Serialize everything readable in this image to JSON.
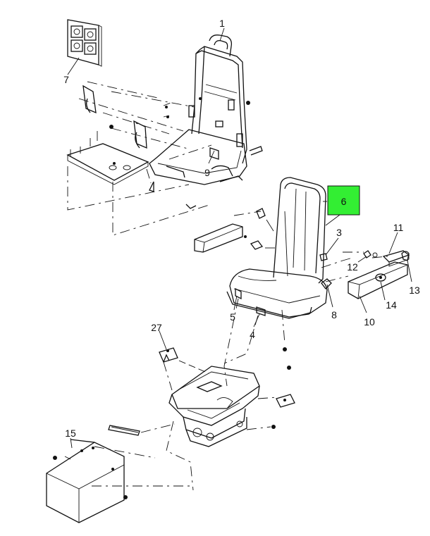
{
  "callouts": {
    "c1": "1",
    "c3": "3",
    "c4": "4",
    "c5": "5",
    "c6": "6",
    "c7": "7",
    "c8": "8",
    "c9": "9",
    "c10": "10",
    "c11": "11",
    "c12": "12",
    "c13": "13",
    "c14": "14",
    "c15": "15",
    "c27": "27"
  },
  "colors": {
    "highlight": "#33ee33",
    "line": "#111111",
    "background": "#ffffff"
  }
}
